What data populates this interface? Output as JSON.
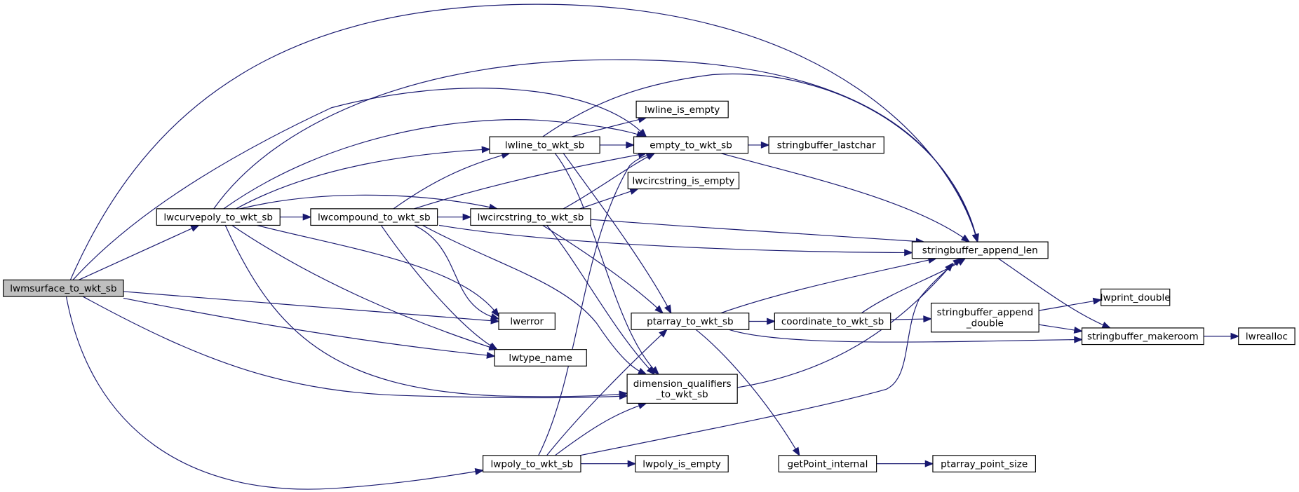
{
  "graph": {
    "type": "call-graph",
    "edge_color": "#191970",
    "root_fill": "#bfbfbf",
    "nodes": [
      {
        "id": "lwmsurface_to_wkt_sb",
        "label": [
          "lwmsurface_to_wkt_sb"
        ],
        "root": true
      },
      {
        "id": "lwcurvepoly_to_wkt_sb",
        "label": [
          "lwcurvepoly_to_wkt_sb"
        ]
      },
      {
        "id": "lwcompound_to_wkt_sb",
        "label": [
          "lwcompound_to_wkt_sb"
        ]
      },
      {
        "id": "lwcircstring_to_wkt_sb",
        "label": [
          "lwcircstring_to_wkt_sb"
        ]
      },
      {
        "id": "lwline_to_wkt_sb",
        "label": [
          "lwline_to_wkt_sb"
        ]
      },
      {
        "id": "lwline_is_empty",
        "label": [
          "lwline_is_empty"
        ]
      },
      {
        "id": "empty_to_wkt_sb",
        "label": [
          "empty_to_wkt_sb"
        ]
      },
      {
        "id": "stringbuffer_lastchar",
        "label": [
          "stringbuffer_lastchar"
        ]
      },
      {
        "id": "lwcircstring_is_empty",
        "label": [
          "lwcircstring_is_empty"
        ]
      },
      {
        "id": "stringbuffer_append_len",
        "label": [
          "stringbuffer_append_len"
        ]
      },
      {
        "id": "lwerror",
        "label": [
          "lwerror"
        ]
      },
      {
        "id": "lwtype_name",
        "label": [
          "lwtype_name"
        ]
      },
      {
        "id": "ptarray_to_wkt_sb",
        "label": [
          "ptarray_to_wkt_sb"
        ]
      },
      {
        "id": "coordinate_to_wkt_sb",
        "label": [
          "coordinate_to_wkt_sb"
        ]
      },
      {
        "id": "stringbuffer_append_double",
        "label": [
          "stringbuffer_append",
          "_double"
        ]
      },
      {
        "id": "lwprint_double",
        "label": [
          "lwprint_double"
        ]
      },
      {
        "id": "stringbuffer_makeroom",
        "label": [
          "stringbuffer_makeroom"
        ]
      },
      {
        "id": "lwrealloc",
        "label": [
          "lwrealloc"
        ]
      },
      {
        "id": "dimension_qualifiers_to_wkt_sb",
        "label": [
          "dimension_qualifiers",
          "_to_wkt_sb"
        ]
      },
      {
        "id": "lwpoly_to_wkt_sb",
        "label": [
          "lwpoly_to_wkt_sb"
        ]
      },
      {
        "id": "lwpoly_is_empty",
        "label": [
          "lwpoly_is_empty"
        ]
      },
      {
        "id": "getPoint_internal",
        "label": [
          "getPoint_internal"
        ]
      },
      {
        "id": "ptarray_point_size",
        "label": [
          "ptarray_point_size"
        ]
      }
    ],
    "edges": [
      [
        "lwmsurface_to_wkt_sb",
        "stringbuffer_append_len"
      ],
      [
        "lwmsurface_to_wkt_sb",
        "empty_to_wkt_sb"
      ],
      [
        "lwmsurface_to_wkt_sb",
        "lwcurvepoly_to_wkt_sb"
      ],
      [
        "lwmsurface_to_wkt_sb",
        "lwerror"
      ],
      [
        "lwmsurface_to_wkt_sb",
        "lwtype_name"
      ],
      [
        "lwmsurface_to_wkt_sb",
        "dimension_qualifiers_to_wkt_sb"
      ],
      [
        "lwmsurface_to_wkt_sb",
        "lwpoly_to_wkt_sb"
      ],
      [
        "lwcurvepoly_to_wkt_sb",
        "stringbuffer_append_len"
      ],
      [
        "lwcurvepoly_to_wkt_sb",
        "empty_to_wkt_sb"
      ],
      [
        "lwcurvepoly_to_wkt_sb",
        "lwline_to_wkt_sb"
      ],
      [
        "lwcurvepoly_to_wkt_sb",
        "lwcircstring_to_wkt_sb"
      ],
      [
        "lwcurvepoly_to_wkt_sb",
        "lwcompound_to_wkt_sb"
      ],
      [
        "lwcurvepoly_to_wkt_sb",
        "lwerror"
      ],
      [
        "lwcurvepoly_to_wkt_sb",
        "lwtype_name"
      ],
      [
        "lwcurvepoly_to_wkt_sb",
        "dimension_qualifiers_to_wkt_sb"
      ],
      [
        "lwcompound_to_wkt_sb",
        "lwline_to_wkt_sb"
      ],
      [
        "lwcompound_to_wkt_sb",
        "empty_to_wkt_sb"
      ],
      [
        "lwcompound_to_wkt_sb",
        "lwcircstring_to_wkt_sb"
      ],
      [
        "lwcompound_to_wkt_sb",
        "stringbuffer_append_len"
      ],
      [
        "lwcompound_to_wkt_sb",
        "lwerror"
      ],
      [
        "lwcompound_to_wkt_sb",
        "lwtype_name"
      ],
      [
        "lwcompound_to_wkt_sb",
        "dimension_qualifiers_to_wkt_sb"
      ],
      [
        "lwcircstring_to_wkt_sb",
        "empty_to_wkt_sb"
      ],
      [
        "lwcircstring_to_wkt_sb",
        "lwcircstring_is_empty"
      ],
      [
        "lwcircstring_to_wkt_sb",
        "stringbuffer_append_len"
      ],
      [
        "lwcircstring_to_wkt_sb",
        "ptarray_to_wkt_sb"
      ],
      [
        "lwcircstring_to_wkt_sb",
        "dimension_qualifiers_to_wkt_sb"
      ],
      [
        "lwline_to_wkt_sb",
        "lwline_is_empty"
      ],
      [
        "lwline_to_wkt_sb",
        "empty_to_wkt_sb"
      ],
      [
        "lwline_to_wkt_sb",
        "stringbuffer_append_len"
      ],
      [
        "lwline_to_wkt_sb",
        "ptarray_to_wkt_sb"
      ],
      [
        "lwline_to_wkt_sb",
        "dimension_qualifiers_to_wkt_sb"
      ],
      [
        "empty_to_wkt_sb",
        "stringbuffer_lastchar"
      ],
      [
        "empty_to_wkt_sb",
        "stringbuffer_append_len"
      ],
      [
        "stringbuffer_append_len",
        "stringbuffer_makeroom"
      ],
      [
        "ptarray_to_wkt_sb",
        "stringbuffer_append_len"
      ],
      [
        "ptarray_to_wkt_sb",
        "coordinate_to_wkt_sb"
      ],
      [
        "ptarray_to_wkt_sb",
        "stringbuffer_makeroom"
      ],
      [
        "ptarray_to_wkt_sb",
        "getPoint_internal"
      ],
      [
        "coordinate_to_wkt_sb",
        "stringbuffer_append_len"
      ],
      [
        "coordinate_to_wkt_sb",
        "stringbuffer_append_double"
      ],
      [
        "stringbuffer_append_double",
        "lwprint_double"
      ],
      [
        "stringbuffer_append_double",
        "stringbuffer_makeroom"
      ],
      [
        "stringbuffer_makeroom",
        "lwrealloc"
      ],
      [
        "dimension_qualifiers_to_wkt_sb",
        "stringbuffer_append_len"
      ],
      [
        "lwpoly_to_wkt_sb",
        "empty_to_wkt_sb"
      ],
      [
        "lwpoly_to_wkt_sb",
        "lwpoly_is_empty"
      ],
      [
        "lwpoly_to_wkt_sb",
        "ptarray_to_wkt_sb"
      ],
      [
        "lwpoly_to_wkt_sb",
        "dimension_qualifiers_to_wkt_sb"
      ],
      [
        "lwpoly_to_wkt_sb",
        "stringbuffer_append_len"
      ],
      [
        "getPoint_internal",
        "ptarray_point_size"
      ]
    ]
  }
}
